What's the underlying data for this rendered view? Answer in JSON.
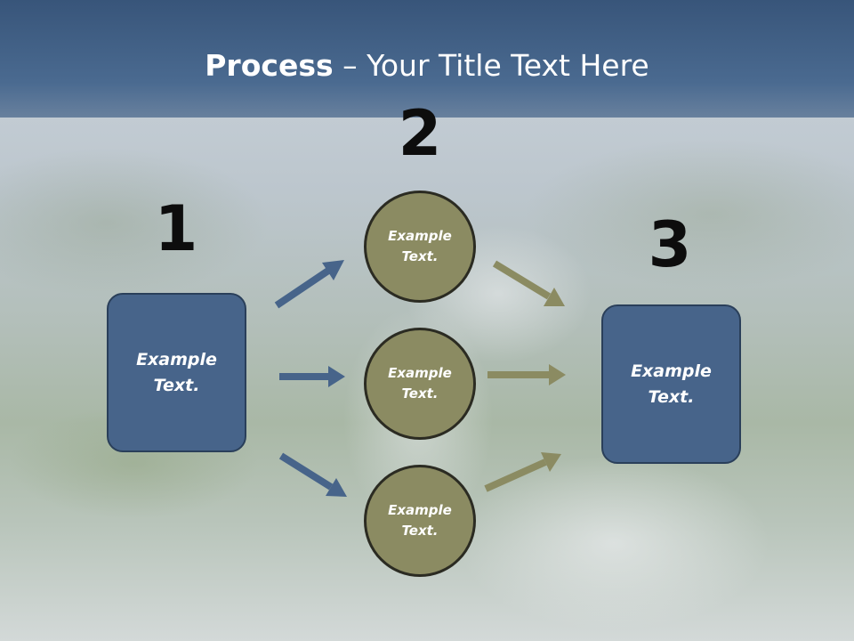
{
  "slide": {
    "title_bold": "Process",
    "title_rest": " – Your Title Text Here"
  },
  "steps": [
    {
      "number": "1",
      "text": "Example Text."
    },
    {
      "number": "2",
      "items": [
        "Example Text.",
        "Example Text.",
        "Example Text."
      ]
    },
    {
      "number": "3",
      "text": "Example Text."
    }
  ],
  "colors": {
    "header": "#45628a",
    "box_fill": "#47648a",
    "circle_fill": "#8b8b62",
    "arrow_blue": "#47648a",
    "arrow_olive": "#8b8b62"
  }
}
